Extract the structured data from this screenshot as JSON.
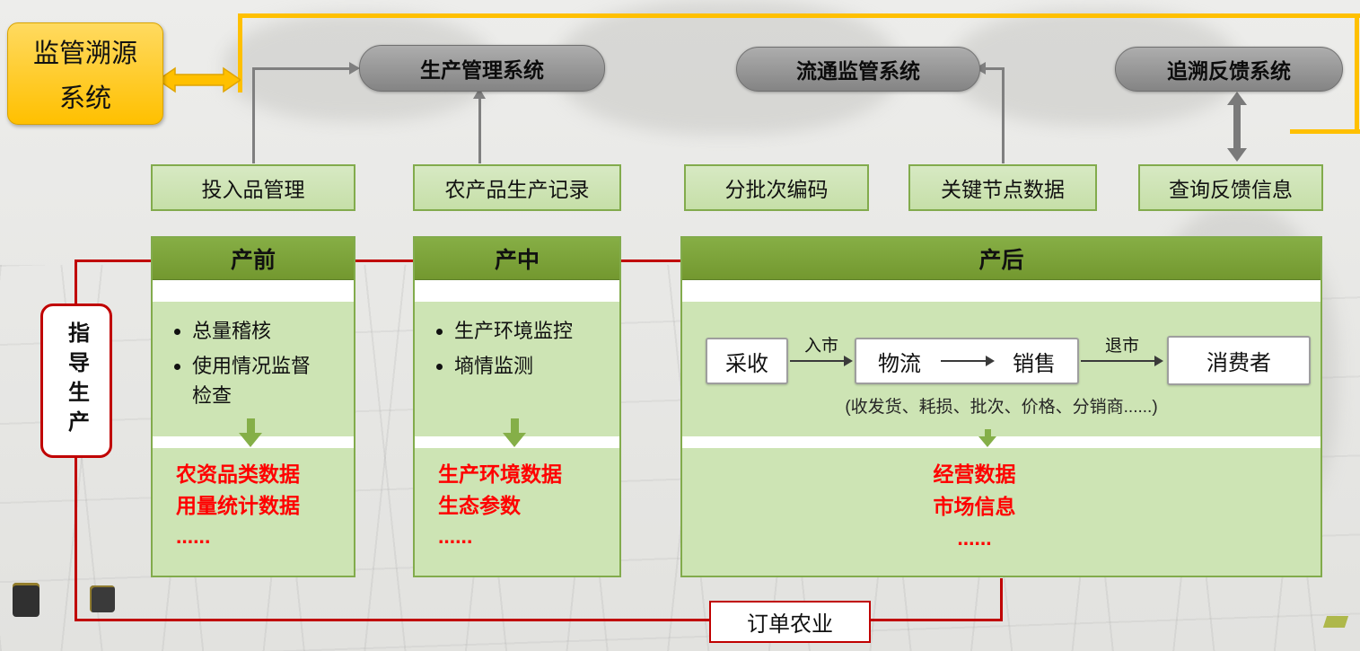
{
  "source_system": {
    "line1": "监管溯源",
    "line2": "系统"
  },
  "top_systems": {
    "production": "生产管理系统",
    "circulation": "流通监管系统",
    "feedback": "追溯反馈系统"
  },
  "label_boxes": {
    "inputs": "投入品管理",
    "records": "农产品生产记录",
    "batch": "分批次编码",
    "keynode": "关键节点数据",
    "query": "查询反馈信息"
  },
  "sections": {
    "pre": {
      "title": "产前",
      "bullets": [
        "总量稽核",
        "使用情况监督检查"
      ],
      "data": [
        "农资品类数据",
        "用量统计数据",
        "......"
      ]
    },
    "mid": {
      "title": "产中",
      "bullets": [
        "生产环境监控",
        "墒情监测"
      ],
      "data": [
        "生产环境数据",
        "生态参数",
        "......"
      ]
    },
    "post": {
      "title": "产后",
      "flow": {
        "harvest": "采收",
        "enter_label": "入市",
        "logistics": "物流",
        "sales": "销售",
        "exit_label": "退市",
        "consumer": "消费者",
        "note": "(收发货、耗损、批次、价格、分销商......)"
      },
      "data": [
        "经营数据",
        "市场信息",
        "......"
      ]
    }
  },
  "side_box": {
    "label": "指导生产"
  },
  "bottom_box": {
    "label": "订单农业"
  },
  "colors": {
    "frame_yellow": "#FFC000",
    "system_gray": "#8C8C8C",
    "header_green": "#7BA23B",
    "panel_green": "#CDE4B4",
    "panel_border": "#82AB4C",
    "connector_red": "#C00000",
    "data_text_red": "#FF0000"
  }
}
